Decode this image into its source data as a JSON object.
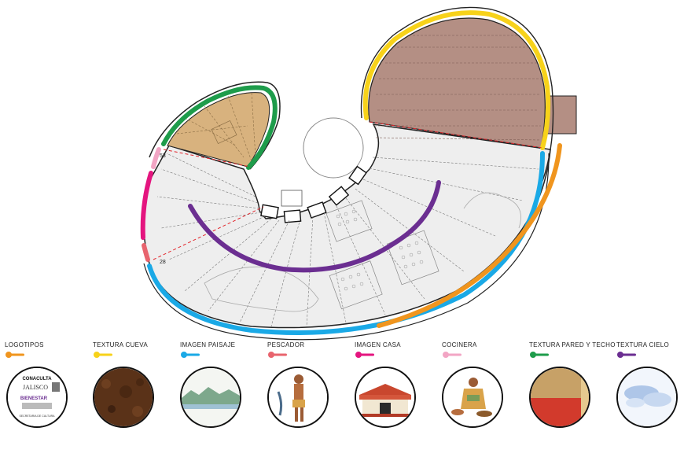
{
  "diagram": {
    "labels": {
      "section_a": "53",
      "section_b": "28"
    },
    "colors": {
      "logotipos": "#f0951e",
      "textura_cueva": "#f7d21a",
      "imagen_paisaje": "#1aa9e6",
      "pescador": "#e8646e",
      "imagen_casa": "#e4157f",
      "cocinera": "#f2a5c4",
      "textura_pared_techo": "#1e9c4b",
      "textura_cielo": "#6b2e91",
      "cave_fill": "#b48f84",
      "hut_fill": "#d8b27e",
      "floor_fill": "#eeeeee"
    }
  },
  "legend": [
    {
      "label": "LOGOTIPOS",
      "icon": "logos-swatch"
    },
    {
      "label": "TEXTURA  CUEVA",
      "icon": "cave-texture-swatch"
    },
    {
      "label": "IMAGEN  PAISAJE",
      "icon": "landscape-swatch"
    },
    {
      "label": "PESCADOR",
      "icon": "fisherman-swatch"
    },
    {
      "label": "IMAGEN  CASA",
      "icon": "house-swatch"
    },
    {
      "label": "COCINERA",
      "icon": "cook-swatch"
    },
    {
      "label": "TEXTURA PARED Y TECHO",
      "icon": "wall-roof-texture-swatch"
    },
    {
      "label": "TEXTURA CIELO",
      "icon": "sky-texture-swatch"
    }
  ],
  "logos": {
    "line1": "CONACULTA",
    "line2": "JALISCO",
    "line3": "BIENESTAR",
    "line4": "SECRETARIA DE CULTURA"
  }
}
